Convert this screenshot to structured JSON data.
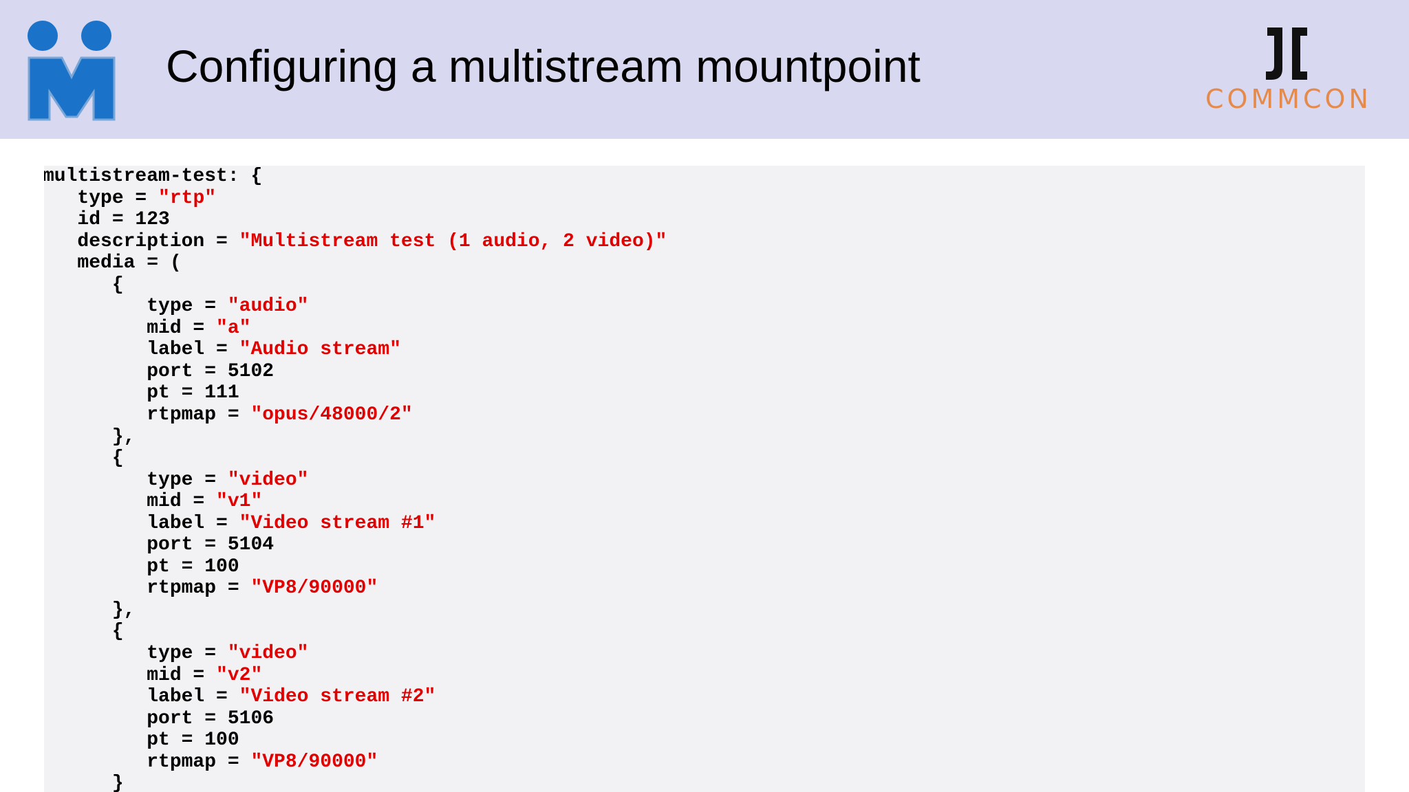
{
  "slide": {
    "title": "Configuring a multistream mountpoint",
    "brand_text": "COMMCON"
  },
  "colors": {
    "header_bg": "#d8d8f0",
    "logo_blue": "#1a73c9",
    "string_red": "#e00000",
    "brand_orange": "#e58a4a",
    "code_bg": "#f2f2f4"
  },
  "icons": {
    "left_logo": "janus-logo-icon",
    "right_logo": "commcon-logo-icon"
  },
  "code_lines": [
    [
      {
        "t": "multistream-test: {"
      }
    ],
    [
      {
        "t": "   type = "
      },
      {
        "s": "\"rtp\""
      }
    ],
    [
      {
        "t": "   id = 123"
      }
    ],
    [
      {
        "t": "   description = "
      },
      {
        "s": "\"Multistream test (1 audio, 2 video)\""
      }
    ],
    [
      {
        "t": "   media = ("
      }
    ],
    [
      {
        "t": "      {"
      }
    ],
    [
      {
        "t": "         type = "
      },
      {
        "s": "\"audio\""
      }
    ],
    [
      {
        "t": "         mid = "
      },
      {
        "s": "\"a\""
      }
    ],
    [
      {
        "t": "         label = "
      },
      {
        "s": "\"Audio stream\""
      }
    ],
    [
      {
        "t": "         port = 5102"
      }
    ],
    [
      {
        "t": "         pt = 111"
      }
    ],
    [
      {
        "t": "         rtpmap = "
      },
      {
        "s": "\"opus/48000/2\""
      }
    ],
    [
      {
        "t": "      },"
      }
    ],
    [
      {
        "t": "      {"
      }
    ],
    [
      {
        "t": "         type = "
      },
      {
        "s": "\"video\""
      }
    ],
    [
      {
        "t": "         mid = "
      },
      {
        "s": "\"v1\""
      }
    ],
    [
      {
        "t": "         label = "
      },
      {
        "s": "\"Video stream #1\""
      }
    ],
    [
      {
        "t": "         port = 5104"
      }
    ],
    [
      {
        "t": "         pt = 100"
      }
    ],
    [
      {
        "t": "         rtpmap = "
      },
      {
        "s": "\"VP8/90000\""
      }
    ],
    [
      {
        "t": "      },"
      }
    ],
    [
      {
        "t": "      {"
      }
    ],
    [
      {
        "t": "         type = "
      },
      {
        "s": "\"video\""
      }
    ],
    [
      {
        "t": "         mid = "
      },
      {
        "s": "\"v2\""
      }
    ],
    [
      {
        "t": "         label = "
      },
      {
        "s": "\"Video stream #2\""
      }
    ],
    [
      {
        "t": "         port = 5106"
      }
    ],
    [
      {
        "t": "         pt = 100"
      }
    ],
    [
      {
        "t": "         rtpmap = "
      },
      {
        "s": "\"VP8/90000\""
      }
    ],
    [
      {
        "t": "      }"
      }
    ]
  ]
}
